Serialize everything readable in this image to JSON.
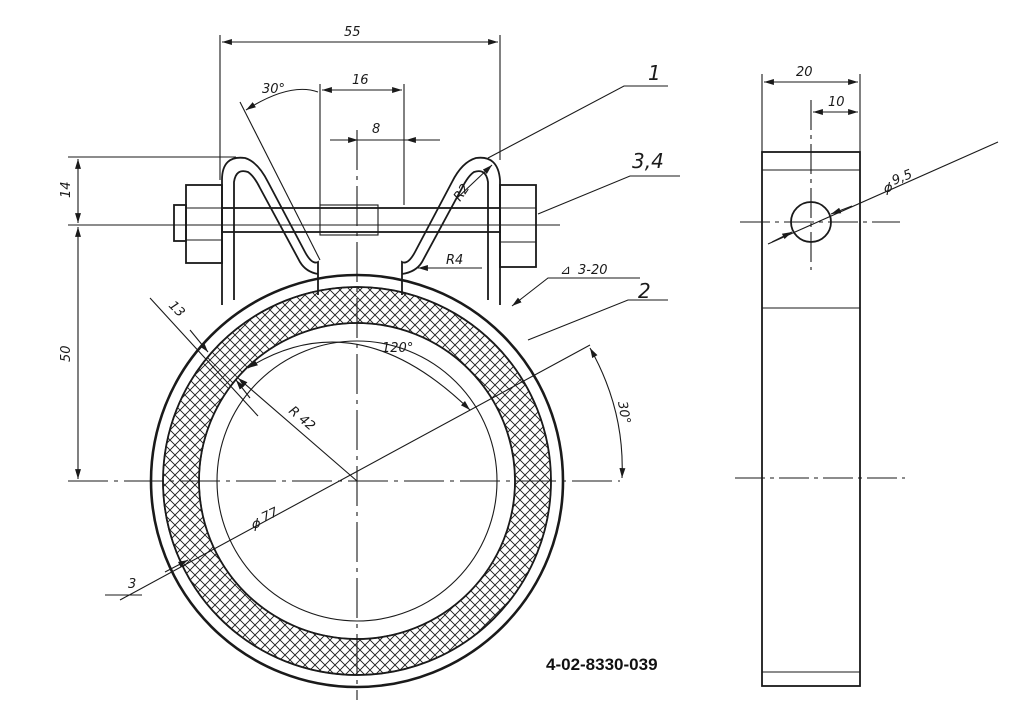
{
  "drawing_number": "4-02-8330-039",
  "part_callouts": [
    "1",
    "3,4",
    "2",
    "3"
  ],
  "dimensions": {
    "width_55": "55",
    "angle_30_top": "30°",
    "dim_16": "16",
    "dim_8": "8",
    "dim_14": "14",
    "dim_50": "50",
    "radius_r2": "R2",
    "radius_r4": "R4",
    "weld_symbol": "3-20",
    "dim_13": "13",
    "angle_120": "120°",
    "radius_r42": "R 42",
    "angle_30_right": "30°",
    "diameter_77": "77",
    "side_width_20": "20",
    "side_offset_10": "10",
    "hole_diameter": "9,5"
  }
}
